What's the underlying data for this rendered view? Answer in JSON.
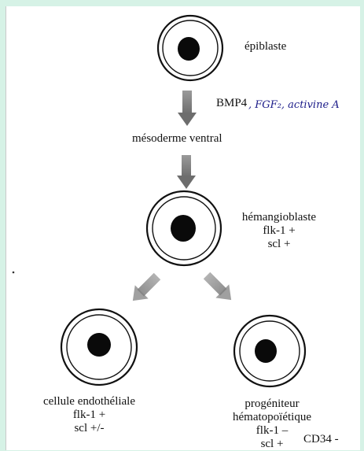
{
  "colors": {
    "frame": "#d6f2e6",
    "paper": "#ffffff",
    "ink": "#111111",
    "handwriting": "#1a1a88"
  },
  "cells": {
    "epiblast": {
      "label": "épiblaste"
    },
    "hemangioblast": {
      "lines": [
        "hémangioblaste",
        "flk-1 +",
        "scl +"
      ]
    },
    "endothelial": {
      "lines": [
        "cellule endothéliale",
        "flk-1  +",
        "scl +/-"
      ]
    },
    "hematopoietic": {
      "lines": [
        "progéniteur",
        "hématopoïétique",
        "flk-1 –",
        "scl +"
      ],
      "marker": "CD34 -"
    }
  },
  "steps": {
    "signals": {
      "printed": "BMP4",
      "handwritten": ", FGF₂, activine A"
    },
    "mesoderm": "mésoderme ventral"
  }
}
